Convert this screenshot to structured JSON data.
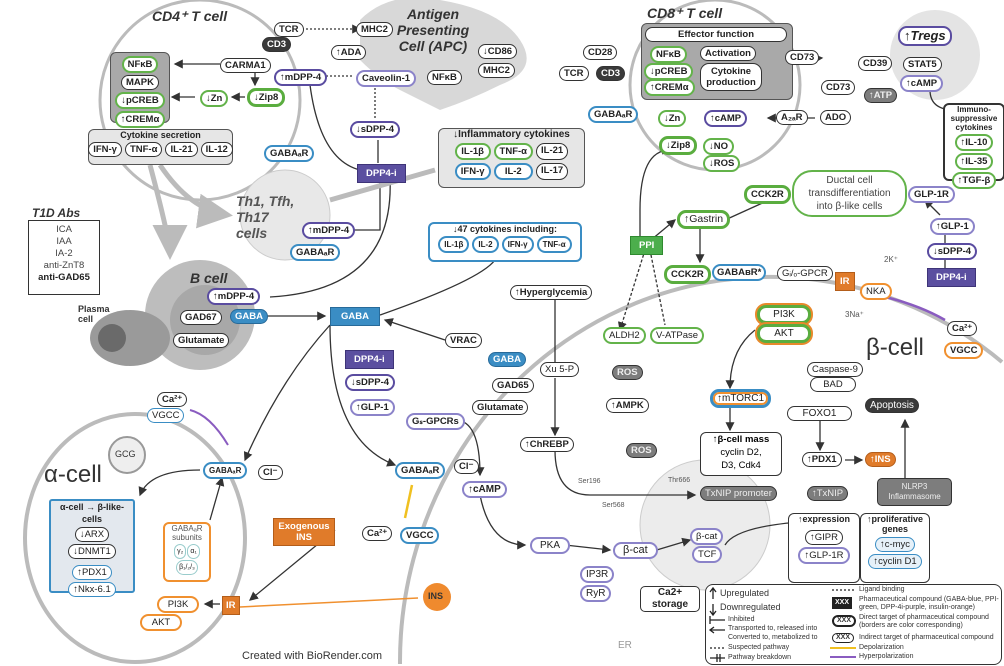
{
  "colors": {
    "gaba": "#3a8dc4",
    "ppi": "#4cae4c",
    "dpp4i": "#5b4fa0",
    "insulin": "#e07b2a",
    "depolarization": "#f0c020",
    "hyperpolarization": "#8a5cc0"
  },
  "cd4": {
    "title": "CD4⁺ T cell",
    "tcr": "TCR",
    "mhc2": "MHC2",
    "cd3": "CD3",
    "ada": "↑ADA",
    "carma1": "CARMA1",
    "mdpp4": "↑mDPP-4",
    "caveolin": "Caveolin-1",
    "nfkb": "NFκB",
    "mapk": "MAPK",
    "pcreb": "↓pCREB",
    "crema": "↑CREMα",
    "zn": "↓Zn",
    "zip8": "↓Zip8",
    "secretion_title": "Cytokine secretion",
    "secretion": [
      "IFN-γ",
      "TNF-α",
      "IL-21",
      "IL-12"
    ],
    "gabaar": "GABAₐR",
    "sdpp4": "↓sDPP-4",
    "dpp4i": "DPP4-i"
  },
  "apc": {
    "title": "Antigen Presenting Cell (APC)",
    "cd86": "↓CD86",
    "mhc2": "MHC2",
    "nfkb": "NFκB"
  },
  "inflammatory": {
    "title": "↓Inflammatory cytokines",
    "items": [
      "IL-1β",
      "TNF-α",
      "IL-21",
      "IFN-γ",
      "IL-2",
      "IL-17"
    ]
  },
  "cytokines47": {
    "title": "↓47 cytokines including:",
    "items": [
      "IL-1β",
      "IL-2",
      "IFN-γ",
      "TNF-α"
    ]
  },
  "th": {
    "title": "Th1, Tfh, Th17 cells",
    "mdpp4": "↑mDPP-4",
    "gabaar": "GABAₐR"
  },
  "t1d": {
    "title": "T1D Abs",
    "items": [
      "ICA",
      "IAA",
      "IA-2",
      "anti-ZnT8",
      "anti-GAD65"
    ]
  },
  "bcell": {
    "title": "B cell",
    "mdpp4": "↑mDPP-4",
    "gad67": "GAD67",
    "gaba": "GABA",
    "glutamate": "Glutamate",
    "plasma": "Plasma cell"
  },
  "center": {
    "gaba": "GABA",
    "vrac": "VRAC",
    "gaba2": "GABA",
    "gad65": "GAD65",
    "glutamate": "Glutamate",
    "dpp4i": "DPP4-i",
    "sdpp4": "↓sDPP-4",
    "glp1": "↑GLP-1",
    "gsgpcr": "Gₛ-GPCRs",
    "gabaar": "GABAₐR",
    "cl": "Cl⁻",
    "ca": "Ca²⁺",
    "vgcc": "VGCC",
    "ins": "INS",
    "camp": "↑cAMP",
    "hyperglycemia": "↑Hyperglycemia",
    "xu5p": "Xu 5-P",
    "chrebp": "↑ChREBP",
    "aldh2": "ALDH2",
    "vatpase": "V-ATPase",
    "ros1": "ROS",
    "ampk": "↑AMPK",
    "ros2": "ROS"
  },
  "cd8": {
    "title": "CD8⁺ T cell",
    "effector": "Effector function",
    "nfkb": "NFκB",
    "activation": "Activation",
    "pcreb": "↓pCREB",
    "crema": "↑CREMα",
    "cytokine_prod": "Cytokine production",
    "cd28": "CD28",
    "tcr": "TCR",
    "cd3": "CD3",
    "gabaar": "GABAₐR",
    "zn": "↓Zn",
    "zip8": "↓Zip8",
    "camp": "↑cAMP",
    "a2ar": "A₂ₐR",
    "ado": "ADO",
    "cd73a": "CD73",
    "cd73b": "CD73",
    "cd39": "CD39",
    "atp": "↑ATP",
    "no": "↓NO",
    "ros": "↓ROS"
  },
  "tregs": {
    "title": "↑Tregs",
    "stat5": "STAT5",
    "camp": "↑cAMP",
    "immuno_title": "Immuno-suppressive cytokines",
    "items": [
      "↑IL-10",
      "↑IL-35",
      "↑TGF-β"
    ]
  },
  "ductal": {
    "text": "Ductal cell transdifferentiation into β-like cells",
    "cck2r": "CCK2R",
    "glp1r": "GLP-1R",
    "glp1": "↑GLP-1",
    "sdpp4": "↓sDPP-4",
    "dpp4i": "DPP4-i",
    "gastrin": "↑Gastrin",
    "ppi": "PPI"
  },
  "beta": {
    "title": "β-cell",
    "cck2r": "CCK2R",
    "gabab": "GABAʙR*",
    "gio": "Gᵢ/ₒ-GPCR",
    "ir": "IR",
    "nka": "NKA",
    "k": "2K⁺",
    "na": "3Na⁺",
    "pi3k": "PI3K",
    "akt": "AKT",
    "casp9": "Caspase-9",
    "bad": "BAD",
    "apoptosis": "Apoptosis",
    "foxo1": "FOXO1",
    "mtorc1": "↑mTORC1",
    "mass": [
      "↑β-cell mass",
      "cyclin D2,",
      "D3, Cdk4"
    ],
    "pdx1": "↑PDX1",
    "ins": "↑INS",
    "ca": "Ca²⁺",
    "vgcc": "VGCC",
    "ser196": "Ser196",
    "ser568": "Ser568",
    "thr666": "Thr666",
    "txnip_promoter": "TxNIP promoter",
    "txnip": "↑TxNIP",
    "nlrp3": "NLRP3 Inflammasome",
    "pka": "PKA",
    "bcat": "β-cat",
    "bcat2": "β-cat",
    "tcf": "TCF",
    "ip3r": "IP3R",
    "ryr": "RyR",
    "storage": "Ca2+ storage",
    "er": "ER",
    "expression_title": "↑expression",
    "expression": [
      "↑GIPR",
      "↑GLP-1R"
    ],
    "prolif_title": "↑proliferative genes",
    "prolif": [
      "↑c-myc",
      "↑cyclin D1"
    ]
  },
  "alpha": {
    "title": "α-cell",
    "ca": "Ca²⁺",
    "vgcc": "VGCC",
    "gcg": "GCG",
    "gabaar": "GABAₐR",
    "cl": "Cl⁻",
    "conv_title": "α-cell → β-like-cells",
    "arx": "↓ARX",
    "dnmt1": "↓DNMT1",
    "pdx1": "↑PDX1",
    "nkx": "↑Nkx-6.1",
    "subunits_title": "GABAₐR subunits",
    "g2": "γ₂",
    "a1": "α₁",
    "b123": "β₁/₂/₃",
    "pi3k": "PI3K",
    "akt": "AKT",
    "ir": "IR",
    "exo_ins": "Exogenous INS"
  },
  "credit": "Created with BioRender.com",
  "legend": {
    "up": "Upregulated",
    "down": "Downregulated",
    "inhibited": "Inhibited",
    "transported": "Transported to, released into",
    "converted": "Converted to, metabolized to",
    "suspected": "Suspected pathway",
    "breakdown": "Pathway breakdown",
    "ligand": "Ligand binding",
    "xxx": "XXX",
    "compound": "Pharmaceutical compound (GABA-blue, PPI-green, DPP-4i-purple, insulin-orange)",
    "direct": "Direct target of pharmaceutical compound (borders are color corresponding)",
    "indirect": "Indirect target of pharmaceutical compound",
    "depol": "Depolarization",
    "hyperpol": "Hyperpolarization"
  }
}
